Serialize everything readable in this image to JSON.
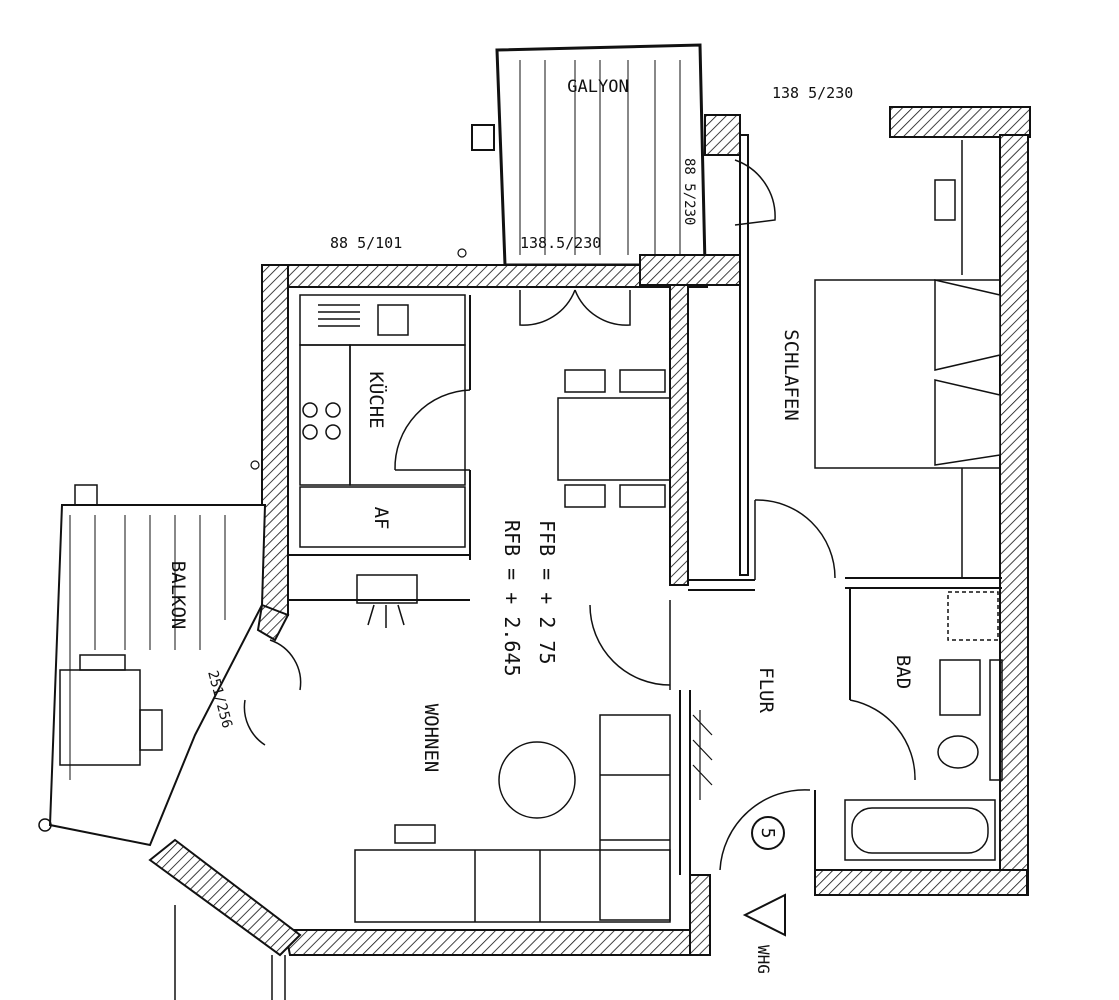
{
  "rooms": {
    "galyon": "GALYON",
    "schlafen": "SCHLAFEN",
    "kueche": "KÜCHE",
    "af": "AF",
    "balkon": "BALKON",
    "wohnen": "WOHNEN",
    "flur": "FLUR",
    "bad": "BAD"
  },
  "dimensions": {
    "window_top_right": "138 5/230",
    "balcony_door_side": "88 5/230",
    "balcony_door_front": "138.5/230",
    "kitchen_window": "88 5/101",
    "wohnen_window": "251/256"
  },
  "levels": {
    "ffb": "FFB = + 2 75",
    "rfb": "RFB = + 2.645"
  },
  "unit_number": "5",
  "entrance_label": "WHG"
}
